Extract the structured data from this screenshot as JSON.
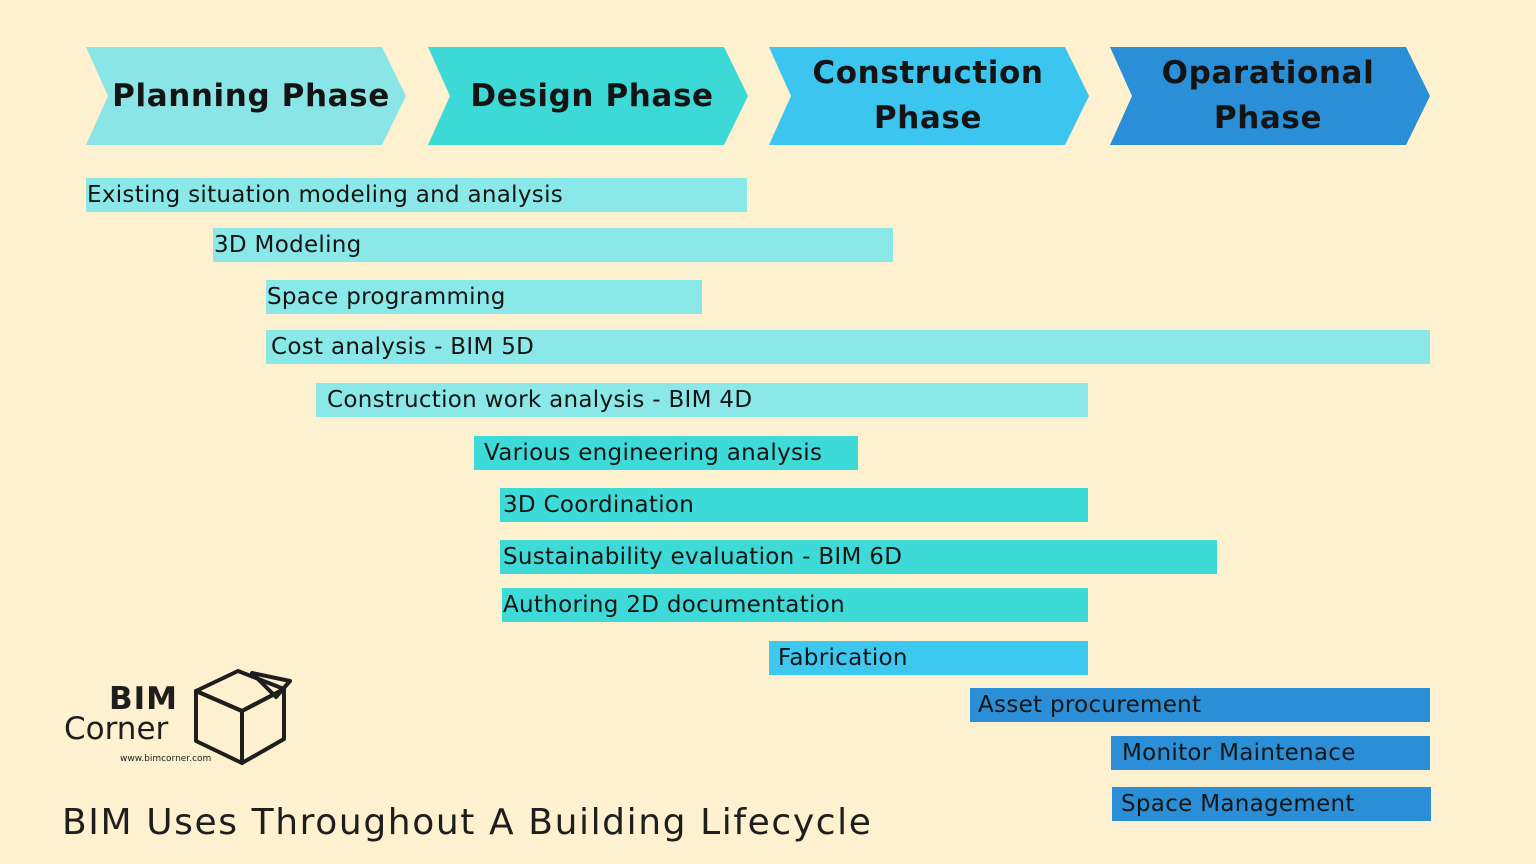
{
  "phases": [
    {
      "label": "Planning Phase",
      "color": "#8ae6e6"
    },
    {
      "label": "Design Phase",
      "color": "#3dd9d6"
    },
    {
      "label": "Construction\nPhase",
      "color": "#3cc5ef"
    },
    {
      "label": "Oparational\nPhase",
      "color": "#2a8fd7"
    }
  ],
  "uses": [
    {
      "label": "Existing situation modeling and analysis",
      "color": "#8ae9e8"
    },
    {
      "label": "3D Modeling",
      "color": "#8ae9e8"
    },
    {
      "label": "Space programming",
      "color": "#8ae9e8"
    },
    {
      "label": "Cost analysis - BIM 5D",
      "color": "#8ae9e8"
    },
    {
      "label": "Construction work analysis - BIM 4D",
      "color": "#8ae9e8"
    },
    {
      "label": "Various engineering analysis",
      "color": "#3edad7"
    },
    {
      "label": "3D Coordination",
      "color": "#3edad7"
    },
    {
      "label": "Sustainability evaluation - BIM 6D",
      "color": "#3edad7"
    },
    {
      "label": "Authoring 2D documentation",
      "color": "#3edad7"
    },
    {
      "label": "Fabrication",
      "color": "#3dc8f0"
    },
    {
      "label": "Asset procurement",
      "color": "#2a8fd7"
    },
    {
      "label": "Monitor Maintenace",
      "color": "#2a8fd7"
    },
    {
      "label": "Space Management",
      "color": "#2a8fd7"
    }
  ],
  "logo": {
    "line1": "BIM",
    "line2": "Corner",
    "url": "www.bimcorner.com"
  },
  "footer_title": "BIM Uses Throughout A Building Lifecycle"
}
